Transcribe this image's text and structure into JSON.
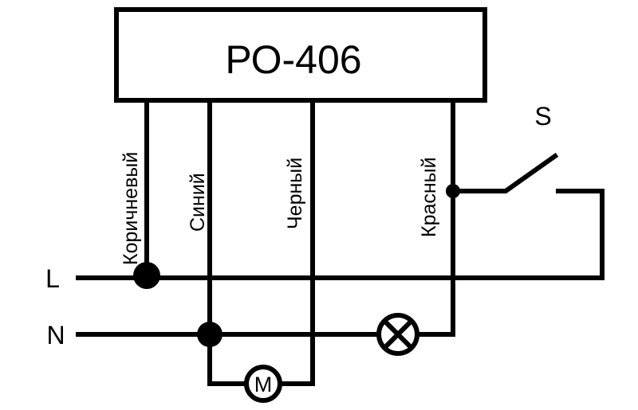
{
  "device": {
    "name": "РО-406"
  },
  "terminals": {
    "line": "L",
    "neutral": "N",
    "switch": "S"
  },
  "wires": {
    "brown": "Коричневый",
    "blue": "Синий",
    "black": "Черный",
    "red": "Красный"
  },
  "loads": {
    "motor_symbol": "M",
    "lamp_icon": "lamp-icon"
  },
  "colors": {
    "line": "#000000",
    "background": "#ffffff"
  }
}
